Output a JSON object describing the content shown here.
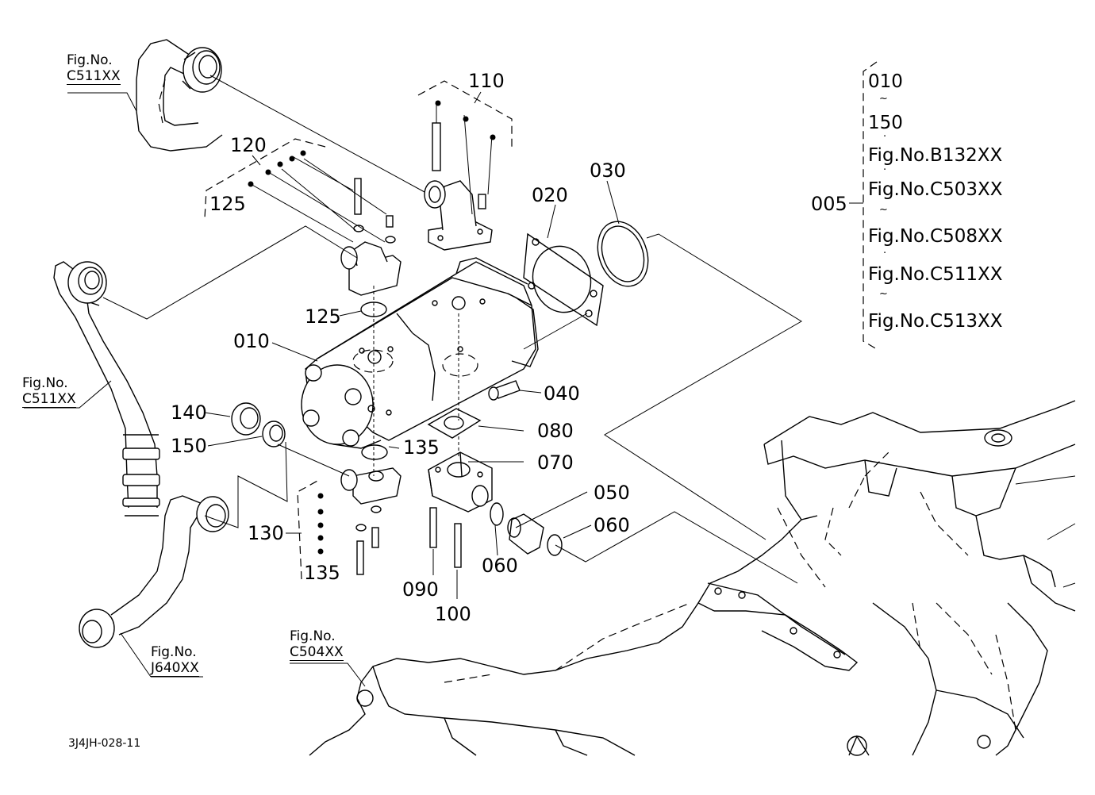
{
  "drawing_id": "3J4JH-028-11",
  "fig_refs": {
    "top_left": {
      "prefix": "Fig.No.",
      "code": "C511XX"
    },
    "mid_left": {
      "prefix": "Fig.No.",
      "code": "C511XX"
    },
    "bottom_left": {
      "prefix": "Fig.No.",
      "code": "J640XX"
    },
    "bottom_center": {
      "prefix": "Fig.No.",
      "code": "C504XX"
    }
  },
  "group_box": {
    "label": "005",
    "lines": [
      "010",
      "150",
      "Fig.No.B132XX",
      "Fig.No.C503XX",
      "Fig.No.C508XX",
      "Fig.No.C511XX",
      "Fig.No.C513XX"
    ]
  },
  "part_numbers": {
    "p010": "010",
    "p020": "020",
    "p030": "030",
    "p040": "040",
    "p050": "050",
    "p060a": "060",
    "p060b": "060",
    "p070": "070",
    "p080": "080",
    "p090": "090",
    "p100": "100",
    "p110": "110",
    "p120": "120",
    "p125a": "125",
    "p125b": "125",
    "p130": "130",
    "p135a": "135",
    "p135b": "135",
    "p140": "140",
    "p150": "150"
  }
}
